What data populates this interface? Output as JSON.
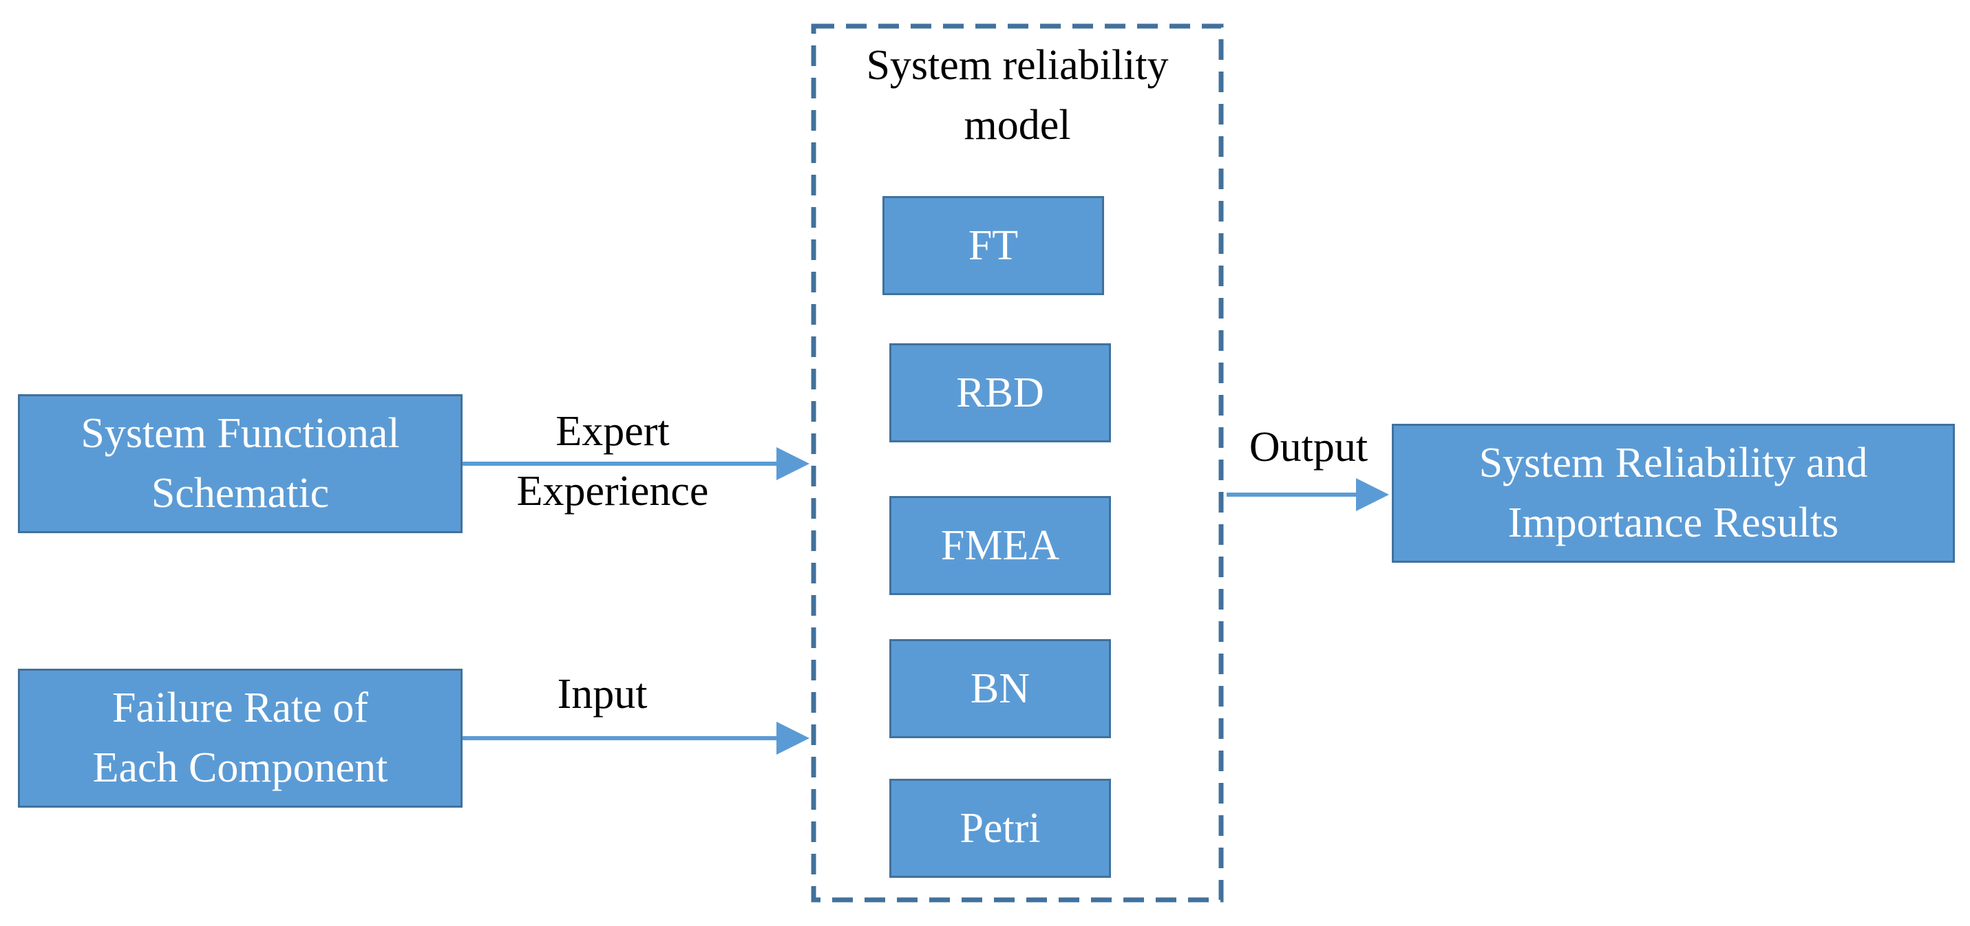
{
  "colors": {
    "box_fill": "#5b9bd5",
    "box_border": "#41719c",
    "arrow": "#5b9bd5",
    "dashed_border": "#41719c",
    "label_text": "#000000",
    "box_text": "#ffffff"
  },
  "model": {
    "title": "System reliability\nmodel",
    "methods": [
      "FT",
      "RBD",
      "FMEA",
      "BN",
      "Petri"
    ]
  },
  "inputs": {
    "schematic": "System Functional\nSchematic",
    "failure_rate": "Failure Rate of\nEach Component"
  },
  "edges": {
    "expert_label": "Expert\nExperience",
    "input_label": "Input",
    "output_label": "Output"
  },
  "output": {
    "results": "System Reliability and\nImportance Results"
  }
}
